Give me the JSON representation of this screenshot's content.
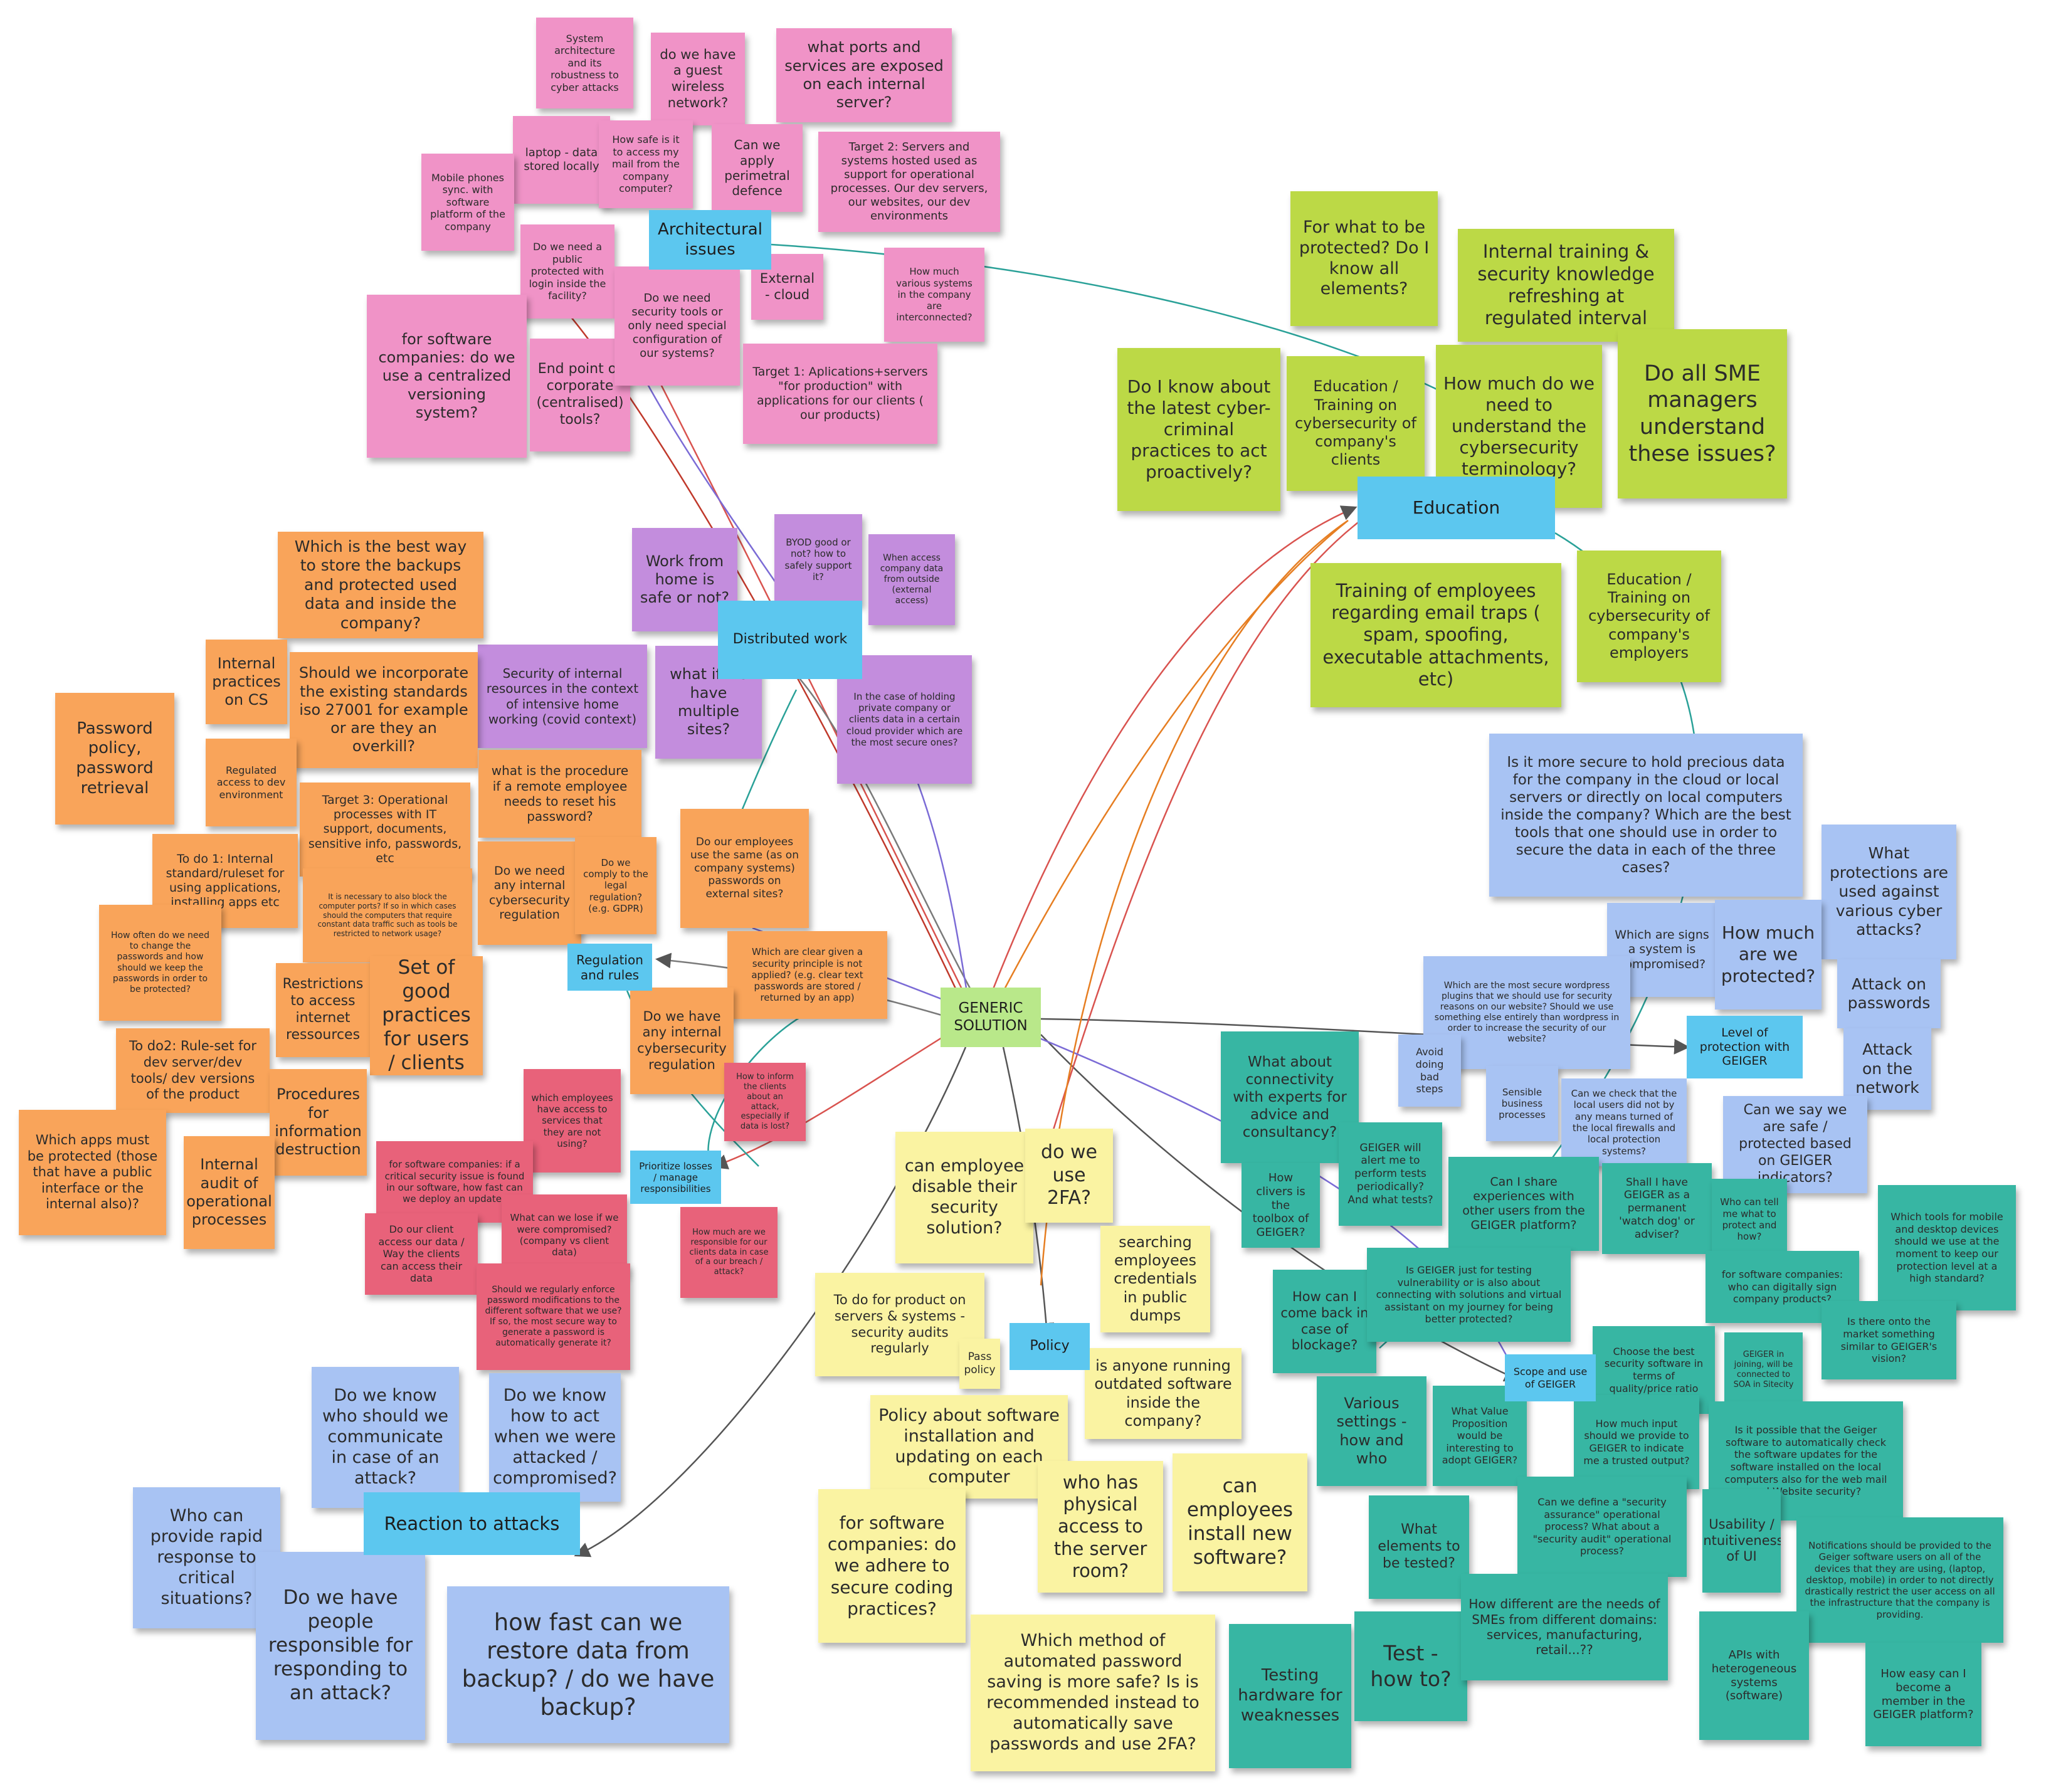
{
  "colors": {
    "pink": "#f093c7",
    "orange": "#f9a45a",
    "purple": "#c38ddd",
    "red": "#e8627a",
    "green": "#bcd946",
    "blue": "#a8c3f3",
    "teal": "#37b6a3",
    "yellow": "#faf3a2",
    "hub_cyan": "#5cc7ef",
    "center_lime": "#b9e88a"
  },
  "hubs": {
    "architectural": "Architectural issues",
    "distributed": "Distributed work",
    "regulation": "Regulation and rules",
    "generic": "GENERIC SOLUTION",
    "education": "Education",
    "level": "Level of protection with GEIGER",
    "prioritize": "Prioritize losses / manage responsibilities",
    "policy": "Policy",
    "reaction": "Reaction to attacks",
    "scope": "Scope and use of GEIGER"
  },
  "notes": {
    "pink": [
      "System architecture and its robustness to cyber attacks",
      "do we have a guest wireless network?",
      "what ports and services are exposed on each internal server?",
      "laptop - data stored locally",
      "How safe is it to access my mail from the company computer?",
      "Can we apply perimetral defence",
      "Target 2: Servers and systems hosted used as support for operational processes. Our dev servers, our websites, our dev environments",
      "Mobile phones sync. with software platform of the company",
      "Do we need a public protected with login inside the facility?",
      "External - cloud",
      "How much various systems in the company are interconnected?",
      "for software companies: do we use a centralized versioning system?",
      "End point or corporate (centralised) tools?",
      "Do we need security tools or only need special configuration of our systems?",
      "Target 1: Aplications+servers \"for production\" with applications for our clients ( our products)"
    ],
    "green": [
      "For what to be protected? Do I know all elements?",
      "Internal training & security knowledge refreshing at regulated interval",
      "Do I know about the latest cyber-criminal practices to act proactively?",
      "Education / Training on cybersecurity of company's clients",
      "How much do we need to understand the cybersecurity terminology?",
      "Do all SME managers understand these issues?",
      "Training of employees regarding email traps ( spam, spoofing, executable attachments, etc)",
      "Education / Training on cybersecurity of company's employers"
    ],
    "purple": [
      "Work from home is safe or not?",
      "BYOD good or not? how to safely support it?",
      "When access company data from outside (external access)",
      "Security of internal resources in the context of intensive home working (covid context)",
      "what if we have multiple sites?",
      "In the case of holding private company or clients data in a certain cloud provider which are the most secure ones?"
    ],
    "orange": [
      "Which is the best way to store the backups and protected used data and inside the company?",
      "Internal practices on CS",
      "Should we incorporate the existing standards iso 27001 for example or are they an overkill?",
      "Password policy, password retrieval",
      "Regulated access to dev environment",
      "what is the procedure if a remote employee needs to reset his password?",
      "Target 3: Operational processes with IT support, documents, sensitive info, passwords, etc",
      "To do 1: Internal standard/ruleset for using applications, installing apps etc",
      "It is necessary to also block the computer ports? If so in which cases should the computers that require constant data traffic such as tools be restricted to network usage?",
      "Do we need any internal cybersecurity regulation",
      "Do we comply to the legal regulation? (e.g. GDPR)",
      "Do our employees use the same (as on company systems) passwords on external sites?",
      "How often do we need to change the passwords and how should we keep the passwords in order to be protected?",
      "Restrictions to access internet ressources",
      "Set of good practices for users / clients",
      "Which are clear given a security principle is not applied? (e.g. clear text passwords are stored / returned by an app)",
      "To do2: Rule-set for dev server/dev tools/ dev versions of the product",
      "Procedures for information destruction",
      "Do we have any internal cybersecurity regulation",
      "Which apps must be protected (those that have a public interface or the internal also)?",
      "Internal audit of operational processes"
    ],
    "red": [
      "which employees have access to services that they are not using?",
      "How to inform the clients about an attack, especially if data is lost?",
      "for software companies: if a critical security issue is found in our software, how fast can we deploy an update?",
      "Do our client access our data / Way the clients can access their data",
      "What can we lose if we were compromised? (company vs client data)",
      "How much are we responsible for our clients data in case of a our breach / attack?",
      "Should we regularly enforce password modifications to the different software that we use? If so, the most secure way to generate a password is automatically generate it?"
    ],
    "yellow": [
      "can employee disable their security solution?",
      "do we use 2FA?",
      "searching employees credentials in public dumps",
      "To do for product on servers & systems - security audits regularly",
      "Pass policy",
      "is anyone running outdated software inside the company?",
      "Policy about software installation and updating on each computer",
      "who has physical access to the server room?",
      "can employees install new software?",
      "for software companies: do we adhere to secure coding practices?",
      "Which method of automated password saving is more safe? Is is recommended instead to automatically save passwords and use 2FA?"
    ],
    "blue": [
      "Do we know who should we communicate in case of an attack?",
      "Do we know how to act when we were attacked / compromised?",
      "Who can provide rapid response to critical situations?",
      "Do we have people responsible for responding to an attack?",
      "how fast can we restore data from backup? / do we have backup?",
      "Is it more secure to hold precious data for the company in the cloud or local servers or directly on local computers inside the company? Which are the best tools that one should use in order to secure the data in each of the three cases?",
      "What protections are used against various cyber attacks?",
      "Which are signs a system is compromised?",
      "How much are we protected?",
      "Attack on passwords",
      "Attack on the network",
      "Which are the most secure wordpress plugins that we should use for security reasons on our website? Should we use something else entirely than wordpress in order to increase the security of our website?",
      "Avoid doing bad steps",
      "Sensible business processes",
      "Can we check that the local users did not by any means turned of the local firewalls and local protection systems?",
      "Can we say we are safe / protected based on GEIGER indicators?"
    ],
    "teal": [
      "What about connectivity with experts for advice and consultancy?",
      "GEIGER will alert me to perform tests periodically? And what tests?",
      "How clivers is the toolbox of GEIGER?",
      "Can I share experiences with other users from the GEIGER platform?",
      "Shall I have GEIGER as a permanent 'watch dog' or adviser?",
      "Who can tell me what to protect and how?",
      "Which tools for mobile and desktop devices should we use at the moment to keep our protection level at a high standard?",
      "How can I come back in case of blockage?",
      "Is GEIGER just for testing vulnerability or is also about connecting with solutions and virtual assistant on my journey for being better protected?",
      "for software companies: who can digitally sign company products?",
      "Is there onto the market something similar to GEIGER's vision?",
      "Choose the best security software in terms of quality/price ratio",
      "GEIGER in joining, will be connected to SOA in Sitecity",
      "Various settings - how and who",
      "What Value Proposition would be interesting to adopt GEIGER?",
      "How much input should we provide to GEIGER to indicate me a trusted output?",
      "Is it possible that the Geiger software to automatically check the software updates for the software installed on the local computers also for the web mail and Website security?",
      "Can we define a \"security assurance\" operational process? What about a \"security audit\" operational process?",
      "Usability / intuitiveness of UI",
      "What elements to be tested?",
      "Notifications should be provided to the Geiger software users on all of the devices that they are using, (laptop, desktop, mobile) in order to not directly drastically restrict the user access on all the infrastructure that the company is providing.",
      "Testing hardware for weaknesses",
      "Test - how to?",
      "How different are the needs of SMEs from different domains: services, manufacturing, retail...??",
      "APIs with heterogeneous systems (software)",
      "How easy can I become a member in the GEIGER platform?"
    ]
  }
}
